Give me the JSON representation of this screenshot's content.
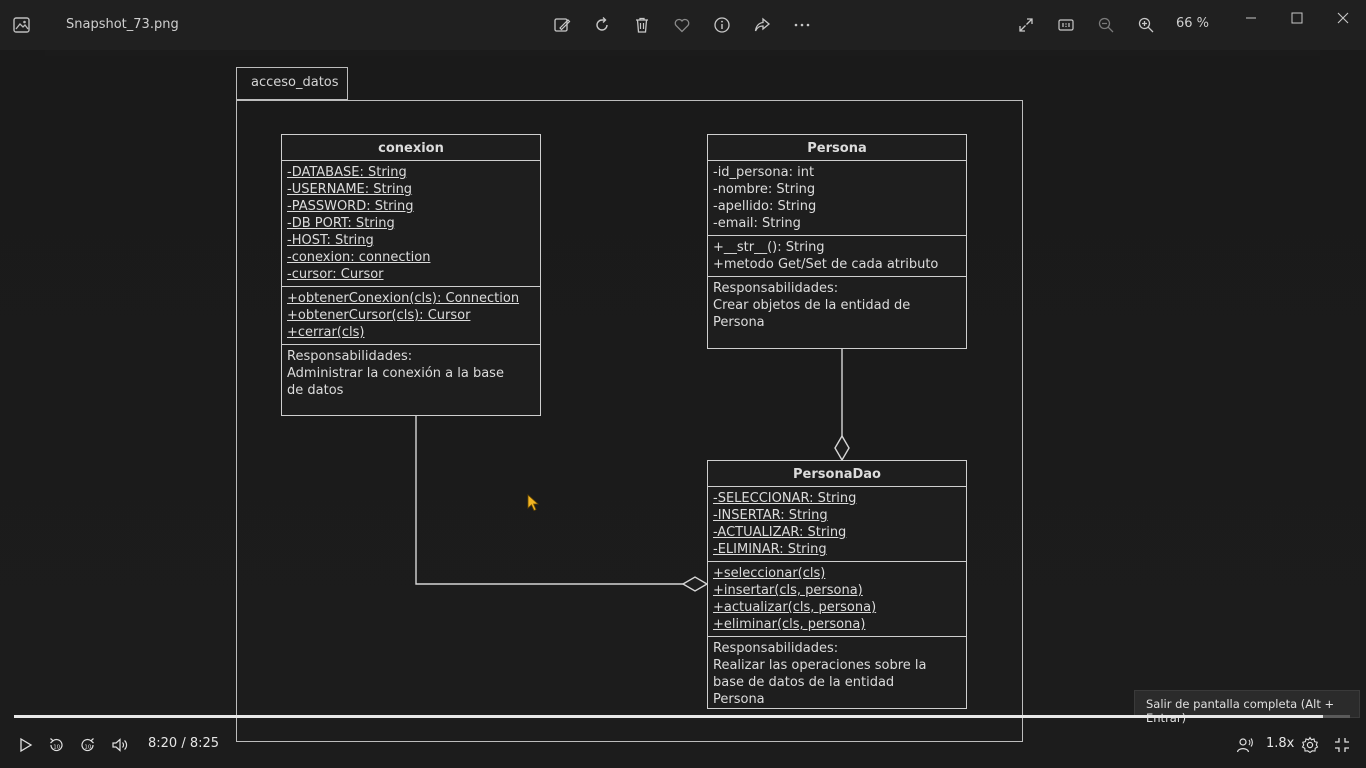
{
  "toolbar": {
    "file_name": "Snapshot_73.png",
    "zoom_level": "66 %",
    "icons": [
      "photos-app-icon",
      "edit-image-icon",
      "rotate-icon",
      "delete-icon",
      "favorite-icon",
      "info-icon",
      "share-icon",
      "more-icon",
      "expand-icon",
      "actual-size-icon",
      "zoom-out-icon",
      "zoom-in-icon"
    ],
    "window_controls": [
      "minimize-icon",
      "maximize-icon",
      "close-icon"
    ]
  },
  "diagram": {
    "package_name": "acceso_datos",
    "classes": {
      "conexion": {
        "name": "conexion",
        "attributes": [
          "-DATABASE: String",
          "-USERNAME: String",
          "-PASSWORD: String",
          "-DB PORT: String",
          "-HOST: String",
          "-conexion: connection",
          "-cursor: Cursor"
        ],
        "methods": [
          "+obtenerConexion(cls): Connection",
          "+obtenerCursor(cls): Cursor",
          "+cerrar(cls)"
        ],
        "responsibilities": [
          "Responsabilidades:",
          "Administrar la conexión a la base",
          "de datos"
        ]
      },
      "persona": {
        "name": "Persona",
        "attributes": [
          "-id_persona: int",
          "-nombre: String",
          "-apellido: String",
          "-email: String"
        ],
        "methods": [
          "+__str__(): String",
          "+metodo Get/Set de cada atributo"
        ],
        "responsibilities": [
          "Responsabilidades:",
          "Crear objetos de la entidad de",
          "Persona"
        ]
      },
      "persona_dao": {
        "name": "PersonaDao",
        "attributes": [
          "-SELECCIONAR: String",
          "-INSERTAR: String",
          "-ACTUALIZAR: String",
          "-ELIMINAR: String"
        ],
        "methods": [
          "+seleccionar(cls)",
          "+insertar(cls, persona)",
          "+actualizar(cls, persona)",
          "+eliminar(cls, persona)"
        ],
        "responsibilities": [
          "Responsabilidades:",
          "Realizar las operaciones sobre la",
          "base de datos de la entidad",
          "Persona"
        ]
      }
    }
  },
  "player": {
    "time": "8:20 / 8:25",
    "progress": 0.98,
    "speed": "1.8x",
    "tooltip": "Salir de pantalla completa (Alt + Entrar)",
    "controls": [
      "play-icon",
      "rewind-10-icon",
      "forward-10-icon",
      "volume-icon",
      "audio-track-icon",
      "settings-icon",
      "exit-fullscreen-icon"
    ]
  }
}
